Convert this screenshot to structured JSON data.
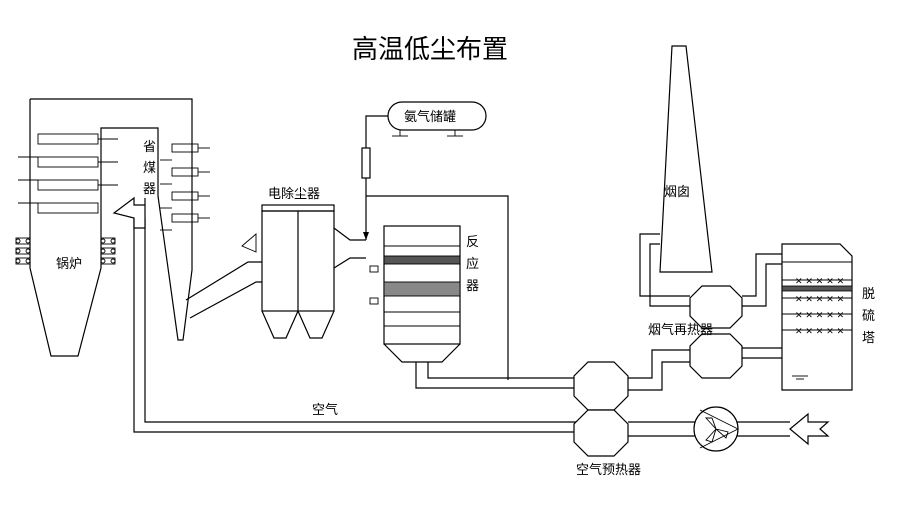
{
  "title": "高温低尘布置",
  "labels": {
    "boiler": "锅炉",
    "economizer": [
      "省",
      "煤",
      "器"
    ],
    "esp": "电除尘器",
    "ammonia_tank": "氨气储罐",
    "reactor": [
      "反",
      "应",
      "器"
    ],
    "chimney": "烟囱",
    "flue_gas_reheater": "烟气再热器",
    "desulfurization_tower": [
      "脱",
      "硫",
      "塔"
    ],
    "air": "空气",
    "air_preheater": "空气预热器"
  }
}
